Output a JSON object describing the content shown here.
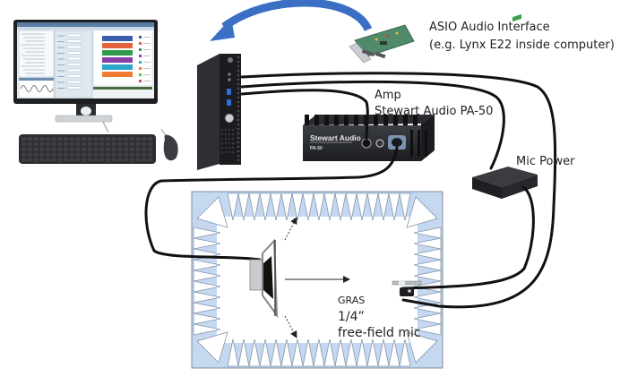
{
  "labels": {
    "asio_title": "ASIO Audio Interface",
    "asio_subtitle": "(e.g. Lynx E22 inside computer)",
    "amp_title": "Amp",
    "amp_model": "Stewart Audio PA-50",
    "mic_power": "Mic Power",
    "mic_brand": "GRAS",
    "mic_size": "1/4”",
    "mic_type": "free-field mic"
  },
  "devices": {
    "amp_front_brand": "Stewart Audio",
    "amp_front_model": "PA-50"
  },
  "screen_chart": {
    "bar_colors": [
      "#3b5bab",
      "#e2623b",
      "#2f9a4a",
      "#8a3fa8",
      "#2aa7c9",
      "#ef7b32"
    ],
    "legend_colors": [
      "#3b5bab",
      "#e2623b",
      "#2f9a4a",
      "#8a3fa8",
      "#2aa7c9",
      "#ef7b32",
      "#3fcf3f",
      "#e0405a"
    ]
  },
  "colors": {
    "arrow_blue": "#3a6fc4",
    "wedge_fill": "#c5d8f0",
    "wedge_stroke": "#8497ad",
    "cable": "#111111"
  }
}
